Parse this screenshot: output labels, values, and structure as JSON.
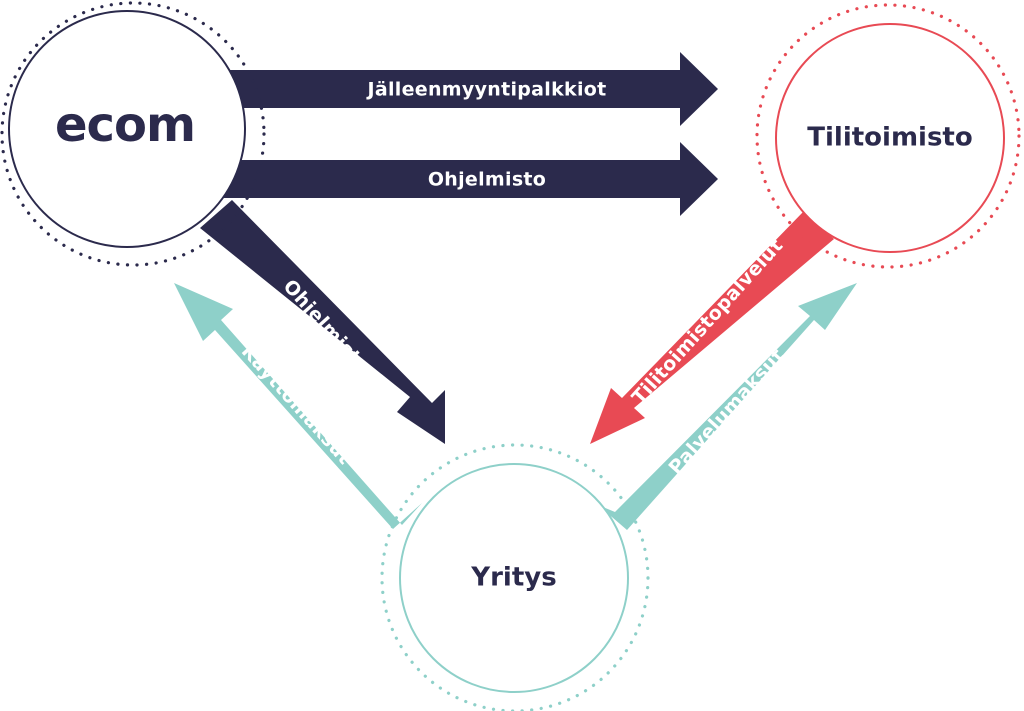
{
  "nodes": {
    "ecom": {
      "label": "ecom",
      "color": "#2b2a4c"
    },
    "tilitoimisto": {
      "label": "Tilitoimisto",
      "color": "#e84a54"
    },
    "yritys": {
      "label": "Yritys",
      "color": "#8ed0c9"
    }
  },
  "arrows": {
    "jalleenmyynti": {
      "label": "Jälleenmyyntipalkkiot",
      "color": "#2b2a4c"
    },
    "ohjelmisto_top": {
      "label": "Ohjelmisto",
      "color": "#2b2a4c"
    },
    "ohjelmisto_diag": {
      "label": "Ohjelmisto",
      "color": "#2b2a4c"
    },
    "kayttomaksut": {
      "label": "Käyttömaksut",
      "color": "#8ed0c9"
    },
    "tilitoimistopalvelut": {
      "label": "Tilitoimistopalvelut",
      "color": "#e84a54"
    },
    "palvelumaksut": {
      "label": "Palvelumaksut",
      "color": "#8ed0c9"
    }
  }
}
